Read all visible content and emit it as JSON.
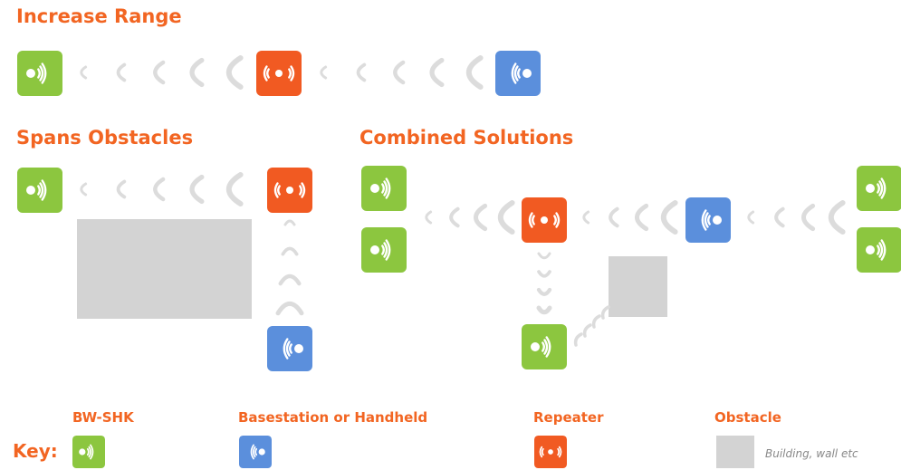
{
  "headings": {
    "increase_range": "Increase Range",
    "spans_obstacles": "Spans Obstacles",
    "combined_solutions": "Combined Solutions"
  },
  "key": {
    "title": "Key:",
    "bw_shk": "BW-SHK",
    "basestation": "Basestation or Handheld",
    "repeater": "Repeater",
    "obstacle": "Obstacle",
    "obstacle_note": "Building, wall etc"
  },
  "colors": {
    "bw_shk": "#8cc63f",
    "basestation": "#5b8fdc",
    "repeater": "#f15a22",
    "obstacle": "#d3d3d3",
    "signal_chevron": "#dcdcdc",
    "heading_text": "#f26522"
  },
  "icons": {
    "bw_shk": "signal-emitter-icon",
    "basestation": "basestation-icon",
    "repeater": "repeater-icon"
  }
}
